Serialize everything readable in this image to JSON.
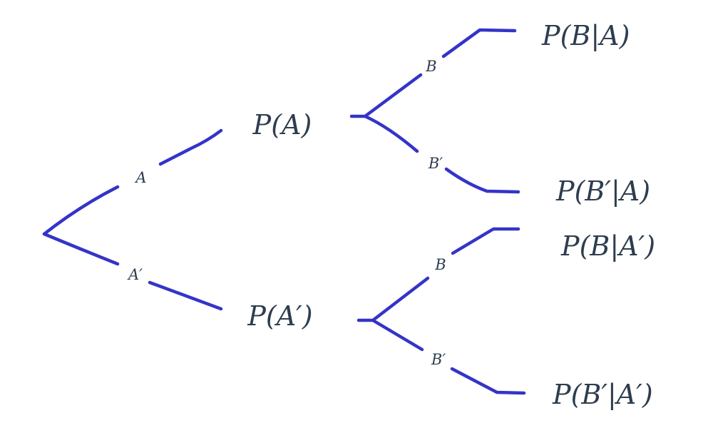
{
  "colors": {
    "branch": "#3434c8",
    "text": "#2e3d4e"
  },
  "first_level": {
    "node_a": "P(A)",
    "node_a_prime": "P(A′)",
    "edge_a": "A",
    "edge_a_prime": "A′"
  },
  "second_level": {
    "edge_b_given_a": "B",
    "edge_b_prime_given_a": "B′",
    "edge_b_given_a_prime": "B",
    "edge_b_prime_given_a_prime": "B′",
    "leaf_b_given_a": "P(B|A)",
    "leaf_b_prime_given_a": "P(B′|A)",
    "leaf_b_given_a_prime": "P(B|A′)",
    "leaf_b_prime_given_a_prime": "P(B′|A′)"
  }
}
